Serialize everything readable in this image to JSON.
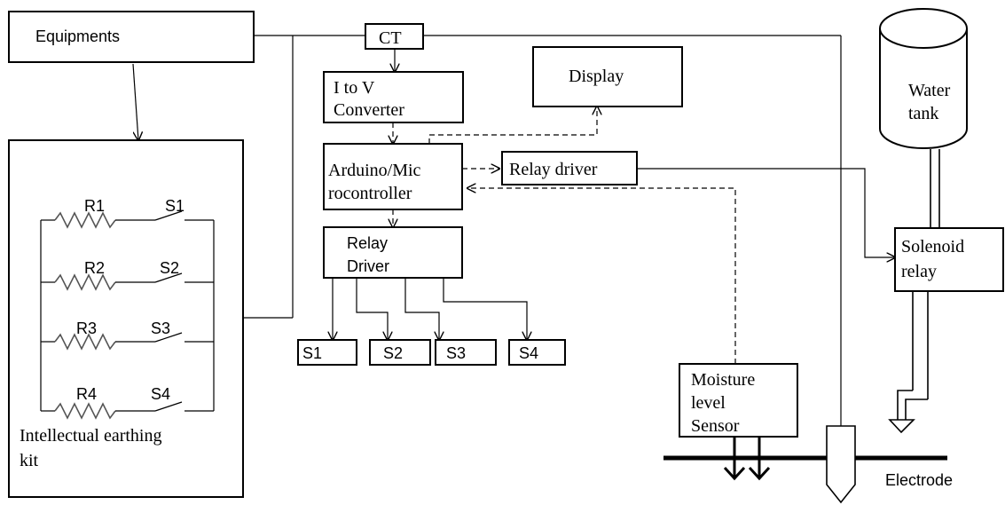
{
  "diagram": {
    "equipments_label": "Equipments",
    "ct_label": "CT",
    "i_to_v_line1": "I to V",
    "i_to_v_line2": "Converter",
    "display_label": "Display",
    "arduino_line1": "Arduino/Mic",
    "arduino_line2": "rocontroller",
    "relay_driver_top_label": "Relay driver",
    "relay_driver_mid_line1": "Relay",
    "relay_driver_mid_line2": "Driver",
    "outputs": [
      "S1",
      "S2",
      "S3",
      "S4"
    ],
    "water_tank_line1": "Water",
    "water_tank_line2": "tank",
    "solenoid_line1": "Solenoid",
    "solenoid_line2": "relay",
    "moisture_line1": "Moisture",
    "moisture_line2": "level",
    "moisture_line3": "Sensor",
    "electrode_label": "Electrode",
    "kit_line1": "Intellectual earthing",
    "kit_line2": "kit",
    "resistors": [
      "R1",
      "R2",
      "R3",
      "R4"
    ],
    "switches": [
      "S1",
      "S2",
      "S3",
      "S4"
    ]
  }
}
